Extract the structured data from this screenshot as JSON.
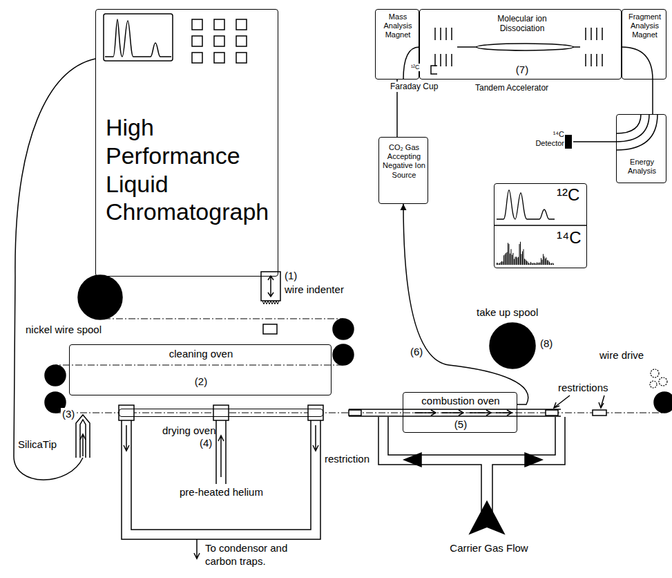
{
  "diagram": {
    "nodes": [
      {
        "text": [
          "High Performance Liquid Chromatograph"
        ]
      },
      {
        "text": [
          "Mass Analysis Magnet"
        ]
      },
      {
        "text": [
          "Molecular ion Dissociation",
          "(7)",
          "Tandem Accelerator"
        ]
      },
      {
        "text": [
          "Fragment Analysis Magnet"
        ]
      },
      {
        "text": [
          "CO₂ Gas Accepting Negative Ion Source"
        ]
      },
      {
        "text": [
          "Energy Analysis"
        ]
      },
      {
        "text": [
          "¹⁴C Detector"
        ]
      },
      {
        "text": [
          "¹²C",
          "¹⁴C"
        ]
      },
      {
        "text": [
          "cleaning oven",
          "(2)"
        ]
      },
      {
        "text": [
          "drying oven",
          "(4)"
        ]
      },
      {
        "text": [
          "combustion oven",
          "(5)"
        ]
      }
    ],
    "edges": [
      {
        "from": 10,
        "to": 4,
        "label": "(6)",
        "arrow": "to"
      },
      {
        "from": 4,
        "to": 1,
        "arrow": "none"
      },
      {
        "from": 1,
        "to": 2,
        "arrow": "none"
      },
      {
        "from": 2,
        "to": 3,
        "arrow": "none"
      },
      {
        "from": 3,
        "to": 5,
        "arrow": "none"
      },
      {
        "from": 5,
        "to": 6,
        "arrow": "none"
      }
    ],
    "labels": [
      "Faraday Cup",
      "¹²C",
      "(1)",
      "wire indenter",
      "nickel wire spool",
      "take up spool",
      "(8)",
      "wire drive",
      "(3)",
      "SilicaTip",
      "pre-heated helium",
      "To condensor and carbon traps.",
      "restriction",
      "restrictions",
      "Carrier Gas Flow"
    ]
  }
}
